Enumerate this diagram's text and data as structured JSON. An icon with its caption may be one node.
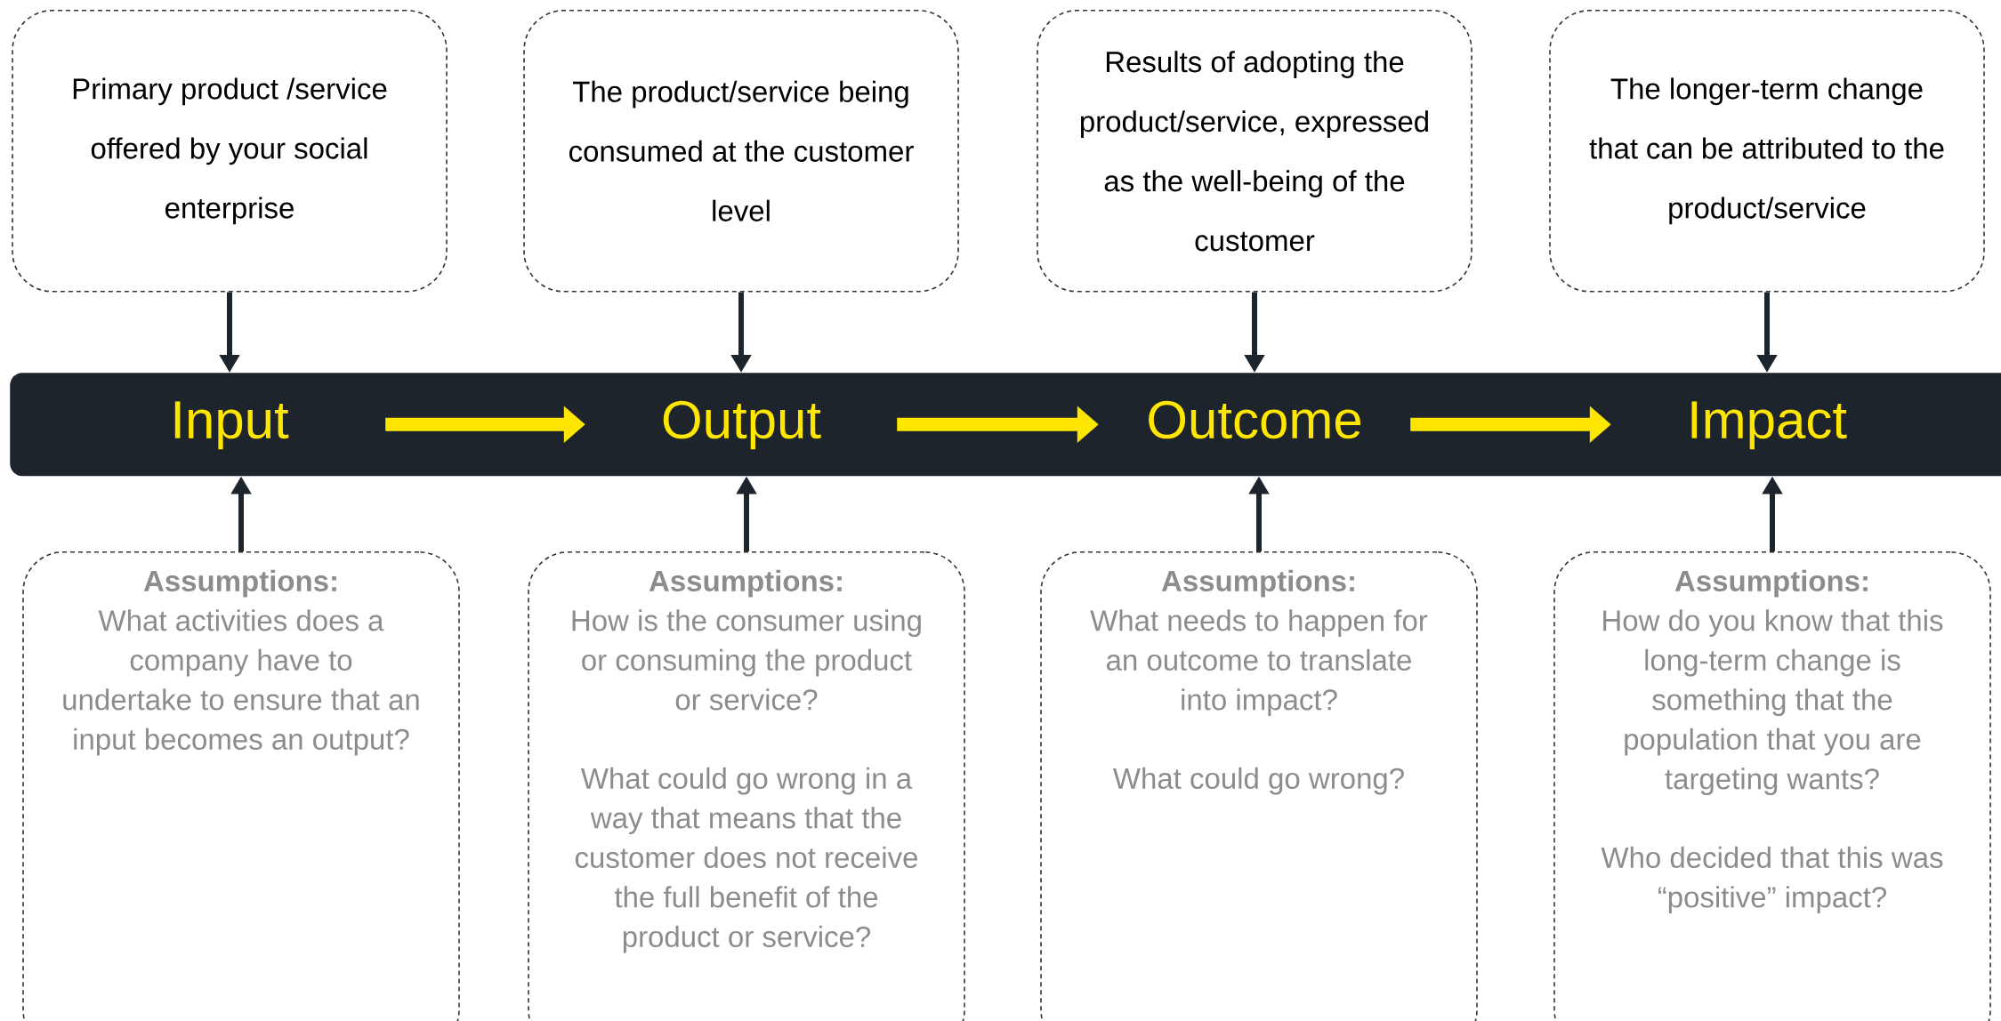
{
  "diagram": {
    "nodes": [
      {
        "text": [
          "Primary product /service offered by your social enterprise"
        ]
      },
      {
        "text": [
          "The product/service being consumed at the customer level"
        ]
      },
      {
        "text": [
          "Results of adopting the product/service, expressed as the well-being of the customer"
        ]
      },
      {
        "text": [
          "The longer-term change that can be attributed to the product/service"
        ]
      },
      {
        "text": [],
        "shape": "bar"
      },
      {
        "text": [
          "Input"
        ],
        "in": 4
      },
      {
        "text": [
          "Output"
        ],
        "in": 4
      },
      {
        "text": [
          "Outcome"
        ],
        "in": 4
      },
      {
        "text": [
          "Impact"
        ],
        "in": 4
      },
      {
        "text": [
          "Assumptions:",
          "What activities does a company have to undertake to ensure that an input becomes an output?"
        ]
      },
      {
        "text": [
          "Assumptions:",
          "How is the consumer using or consuming the product or service?",
          "What could go wrong in a way that means that the customer does not receive the full benefit of the product or service?"
        ]
      },
      {
        "text": [
          "Assumptions:",
          "What needs to happen for an outcome to translate into impact?",
          "What could go wrong?"
        ]
      },
      {
        "text": [
          "Assumptions:",
          "How do you know that this long-term change is something that the population that you are targeting wants?",
          "Who decided that this was “positive” impact?"
        ]
      }
    ],
    "edges": [
      {
        "from": 0,
        "to": 5,
        "arrow": "to"
      },
      {
        "from": 1,
        "to": 6,
        "arrow": "to"
      },
      {
        "from": 2,
        "to": 7,
        "arrow": "to"
      },
      {
        "from": 3,
        "to": 8,
        "arrow": "to"
      },
      {
        "from": 5,
        "to": 6,
        "arrow": "to",
        "style": "thick",
        "color": "#ffe600"
      },
      {
        "from": 6,
        "to": 7,
        "arrow": "to",
        "style": "thick",
        "color": "#ffe600"
      },
      {
        "from": 7,
        "to": 8,
        "arrow": "to",
        "style": "thick",
        "color": "#ffe600"
      },
      {
        "from": 9,
        "to": 5,
        "arrow": "to"
      },
      {
        "from": 10,
        "to": 6,
        "arrow": "to"
      },
      {
        "from": 11,
        "to": 7,
        "arrow": "to"
      },
      {
        "from": 12,
        "to": 8,
        "arrow": "to"
      }
    ]
  }
}
